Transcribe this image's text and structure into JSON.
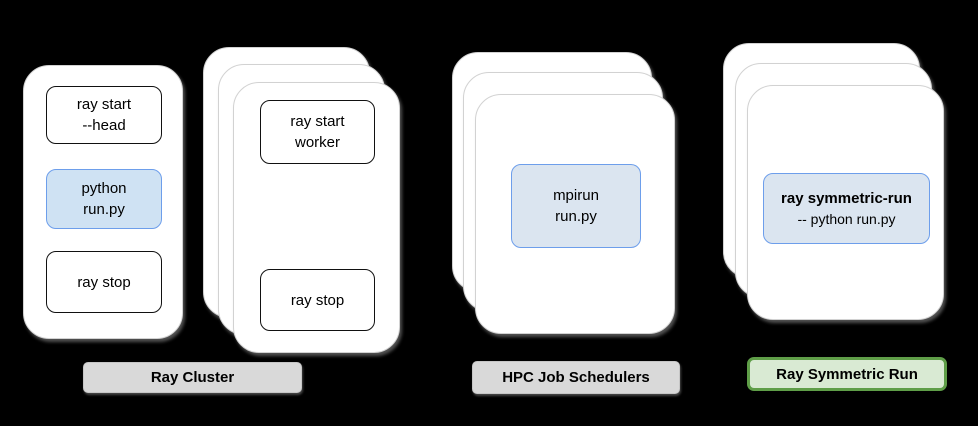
{
  "diagram": {
    "ray_cluster": {
      "head_node_boxes": [
        {
          "lines": [
            "ray start",
            "--head"
          ]
        },
        {
          "lines": [
            "python",
            "run.py"
          ],
          "highlighted": true
        },
        {
          "lines": [
            "ray stop"
          ]
        }
      ],
      "worker_node_boxes": [
        {
          "lines": [
            "ray start",
            "worker"
          ]
        },
        {
          "lines": [
            "ray stop"
          ]
        }
      ],
      "label": "Ray Cluster"
    },
    "hpc_job_schedulers": {
      "boxes": [
        {
          "lines": [
            "mpirun",
            "run.py"
          ],
          "highlighted": true
        }
      ],
      "label": "HPC Job Schedulers"
    },
    "ray_symmetric_run": {
      "boxes": [
        {
          "lines": [
            "ray symmetric-run",
            "-- python run.py"
          ],
          "highlighted": true
        }
      ],
      "label": "Ray Symmetric Run"
    },
    "colors": {
      "background": "#000000",
      "card_fill": "#ffffff",
      "card_border": "#d2d2d2",
      "command_box_border": "#111111",
      "highlight_fill": "#cfe2f3",
      "highlight_fill_muted": "#dbe5f0",
      "highlight_border": "#6d9eeb",
      "label_gray_fill": "#d9d9d9",
      "label_green_fill": "#d9ead3",
      "label_green_border": "#5f9e48"
    }
  }
}
